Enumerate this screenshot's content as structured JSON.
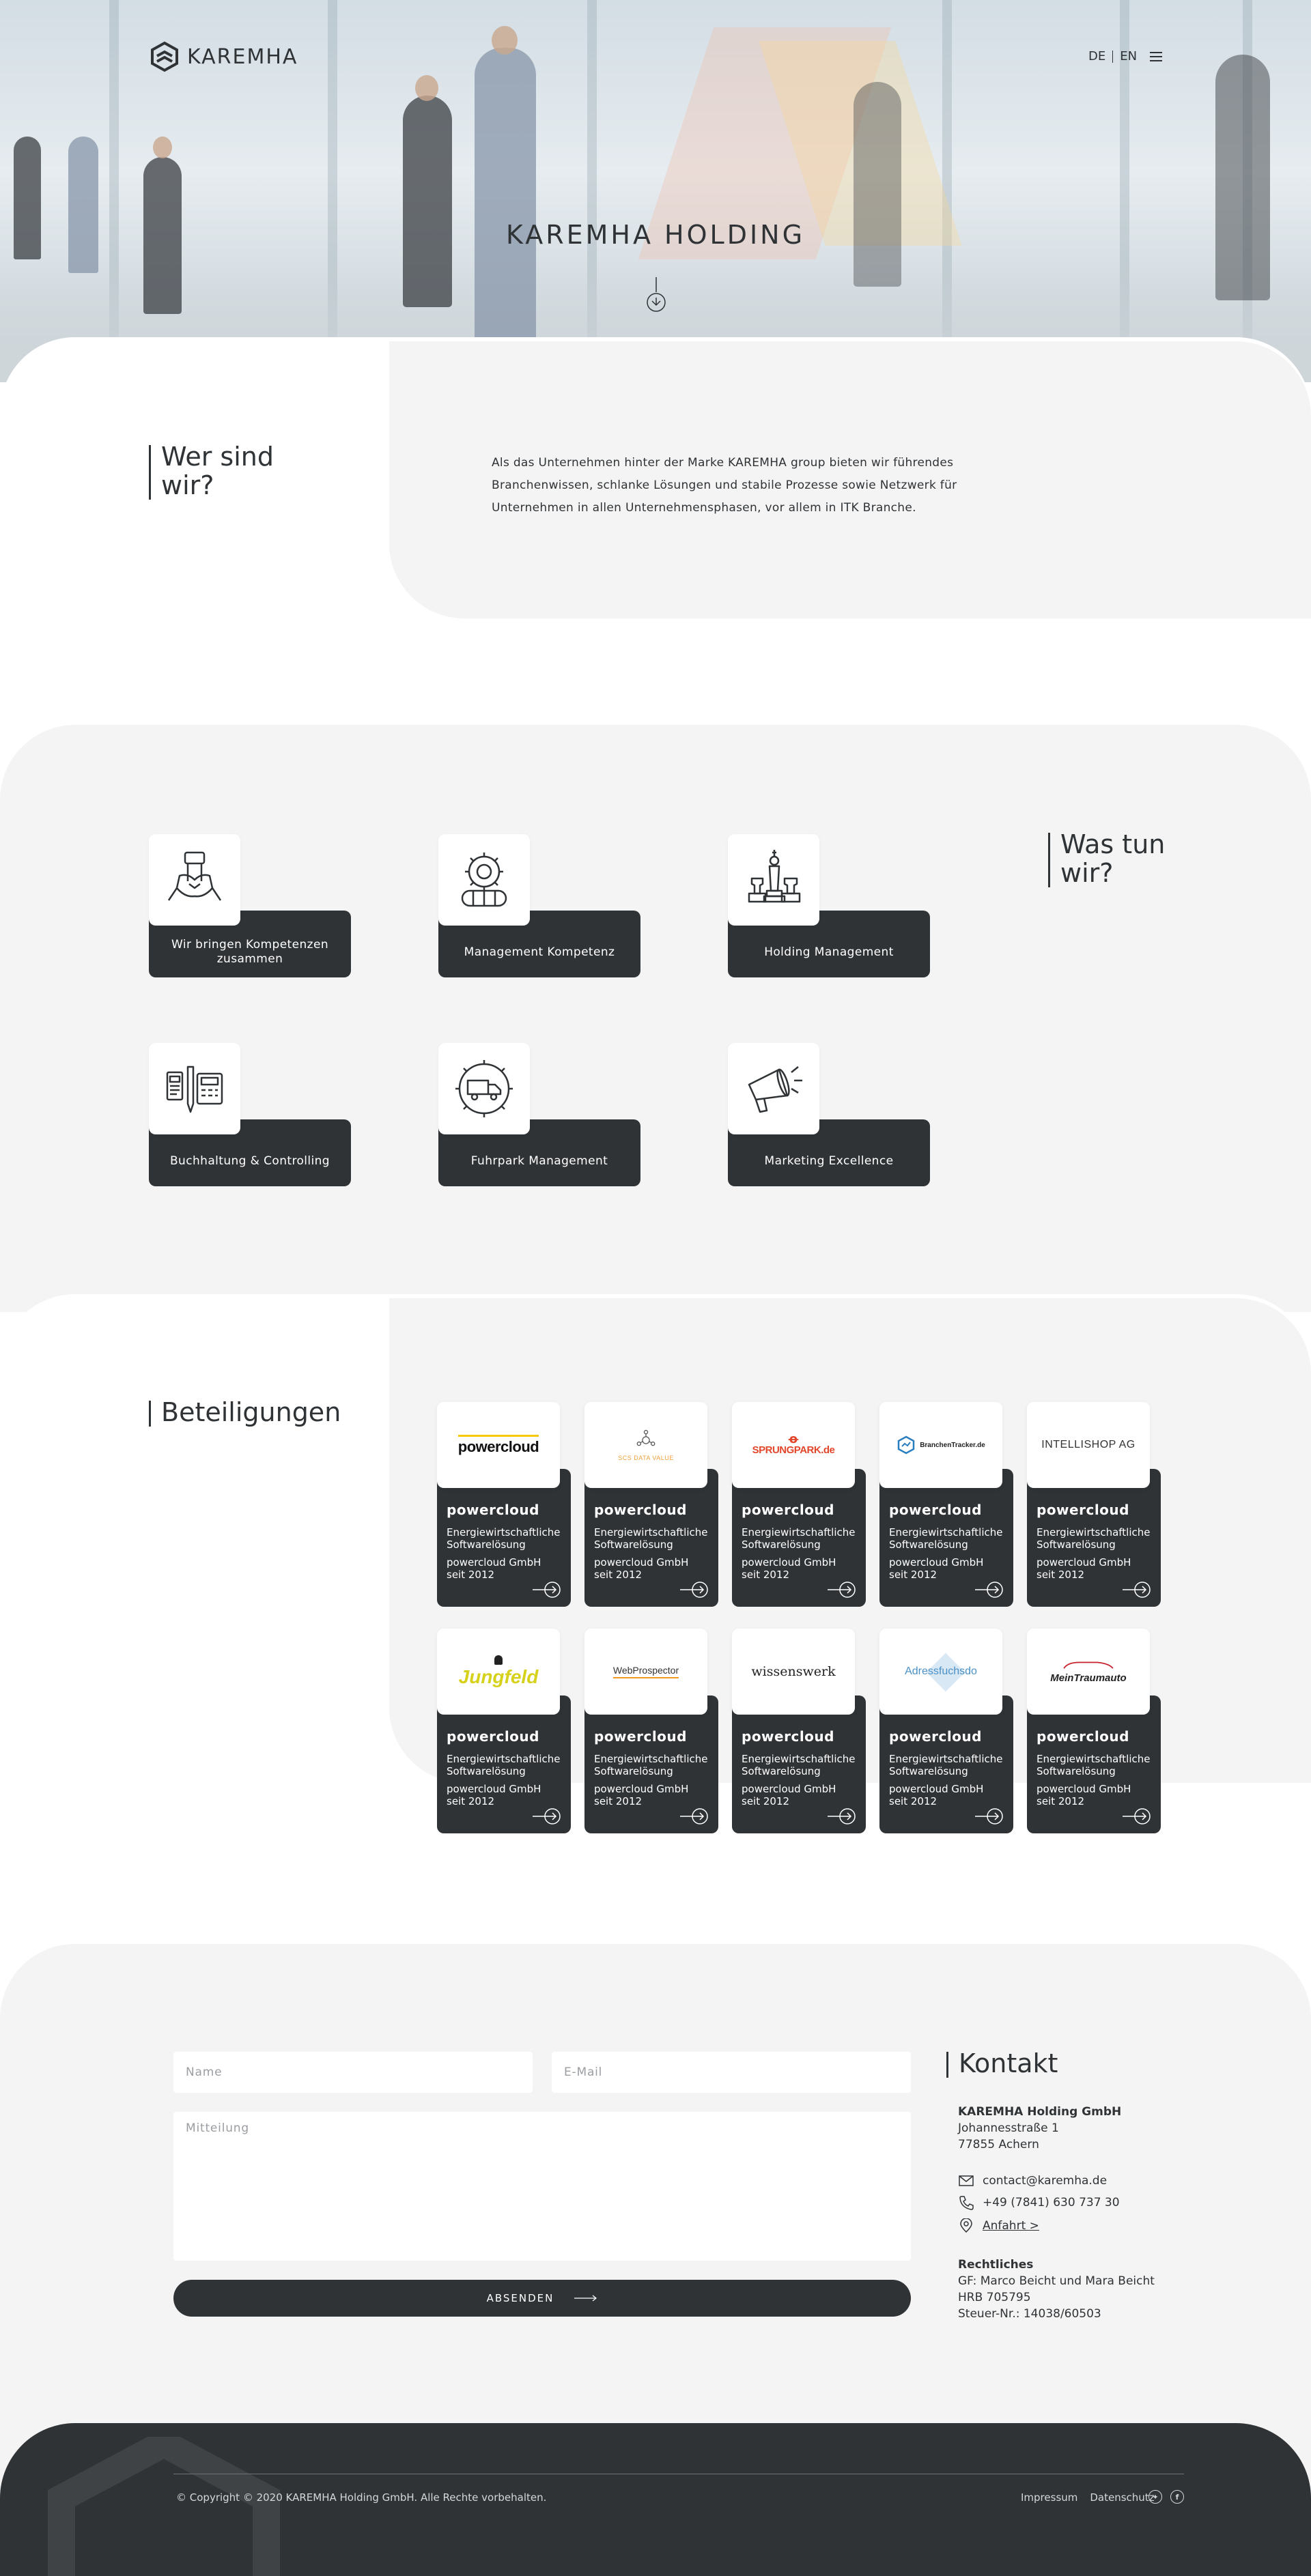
{
  "header": {
    "brand": "KAREMHA",
    "lang_de": "DE",
    "lang_en": "EN",
    "hero_title": "KAREMHA HOLDING"
  },
  "about": {
    "title_line1": "Wer sind",
    "title_line2": "wir?",
    "text": "Als das Unternehmen hinter der Marke KAREMHA group bieten wir führendes Branchenwissen, schlanke Lösungen und stabile Prozesse sowie Netzwerk für Unternehmen in allen Unternehmensphasen, vor allem in ITK Branche."
  },
  "services": {
    "title_line1": "Was tun",
    "title_line2": "wir?",
    "items": [
      {
        "label": "Wir bringen Kompetenzen zusammen",
        "icon": "hands-together-icon"
      },
      {
        "label": "Management Kompetenz",
        "icon": "gear-team-icon"
      },
      {
        "label": "Holding Management",
        "icon": "chess-pieces-icon"
      },
      {
        "label": "Buchhaltung & Controlling",
        "icon": "accounting-icon"
      },
      {
        "label": "Fuhrpark Management",
        "icon": "truck-gear-icon"
      },
      {
        "label": "Marketing Excellence",
        "icon": "megaphone-icon"
      }
    ]
  },
  "holdings": {
    "title": "Beteiligungen",
    "items": [
      {
        "logo": "powercloud",
        "name": "powercloud",
        "desc": "Energiewirtschaftliche Softwarelösung",
        "since": "powercloud GmbH seit 2012"
      },
      {
        "logo": "SCS DATA VALUE",
        "name": "powercloud",
        "desc": "Energiewirtschaftliche Softwarelösung",
        "since": "powercloud GmbH seit 2012"
      },
      {
        "logo": "SPRUNGPARK.de",
        "name": "powercloud",
        "desc": "Energiewirtschaftliche Softwarelösung",
        "since": "powercloud GmbH seit 2012"
      },
      {
        "logo": "BranchenTracker.de",
        "name": "powercloud",
        "desc": "Energiewirtschaftliche Softwarelösung",
        "since": "powercloud GmbH seit 2012"
      },
      {
        "logo": "INTELLISHOP AG",
        "name": "powercloud",
        "desc": "Energiewirtschaftliche Softwarelösung",
        "since": "powercloud GmbH seit 2012"
      },
      {
        "logo": "Jungfeld",
        "name": "powercloud",
        "desc": "Energiewirtschaftliche Softwarelösung",
        "since": "powercloud GmbH seit 2012"
      },
      {
        "logo": "WebProspector",
        "name": "powercloud",
        "desc": "Energiewirtschaftliche Softwarelösung",
        "since": "powercloud GmbH seit 2012"
      },
      {
        "logo": "wissenswerk",
        "name": "powercloud",
        "desc": "Energiewirtschaftliche Softwarelösung",
        "since": "powercloud GmbH seit 2012"
      },
      {
        "logo": "Adressfuchsdo",
        "name": "powercloud",
        "desc": "Energiewirtschaftliche Softwarelösung",
        "since": "powercloud GmbH seit 2012"
      },
      {
        "logo": "MeinTraumauto",
        "name": "powercloud",
        "desc": "Energiewirtschaftliche Softwarelösung",
        "since": "powercloud GmbH seit 2012"
      }
    ]
  },
  "contact": {
    "title": "Kontakt",
    "name_placeholder": "Name",
    "email_placeholder": "E-Mail",
    "message_placeholder": "Mitteilung",
    "submit_label": "ABSENDEN",
    "company": "KAREMHA Holding GmbH",
    "street": "Johannesstraße 1",
    "city": "77855 Achern",
    "email": "contact@karemha.de",
    "phone": "+49 (7841) 630 737 30",
    "directions": "Anfahrt >",
    "legal_title": "Rechtliches",
    "legal_gf": "GF: Marco Beicht und Mara Beicht",
    "legal_hrb": "HRB 705795",
    "legal_tax": "Steuer-Nr.: 14038/60503"
  },
  "footer": {
    "copyright": "© Copyright © 2020 KAREMHA Holding GmbH. Alle Rechte vorbehalten.",
    "impressum": "Impressum",
    "datenschutz": "Datenschutz"
  }
}
